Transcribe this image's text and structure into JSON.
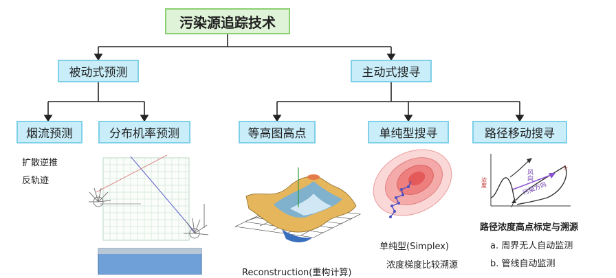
{
  "colors": {
    "root_fill": "#dff3d8",
    "root_border": "#8ccf73",
    "node_fill": "#c9eefa",
    "node_border": "#7ecfe8",
    "connector": "#222222"
  },
  "root": {
    "label": "污染源追踪技术"
  },
  "passive": {
    "label": "被动式预测",
    "children": [
      {
        "label": "烟流预测",
        "notes": [
          "扩散逆推",
          "反轨迹"
        ]
      },
      {
        "label": "分布机率预测"
      }
    ]
  },
  "active": {
    "label": "主动式搜寻",
    "children": [
      {
        "label": "等高图高点",
        "caption": "Reconstruction(重构计算)"
      },
      {
        "label": "单纯型搜寻",
        "caption_title": "单纯型(Simplex)",
        "caption_sub": "浓度梯度比较溯源"
      },
      {
        "label": "路径移动搜寻",
        "caption_title": "路径浓度高点标定与溯源",
        "items": [
          "a. 周界无人自动监测",
          "b. 管线自动监测"
        ],
        "plot_labels": {
          "wind": "风向",
          "direction": "污染方向",
          "conc": "浓度"
        }
      }
    ]
  }
}
